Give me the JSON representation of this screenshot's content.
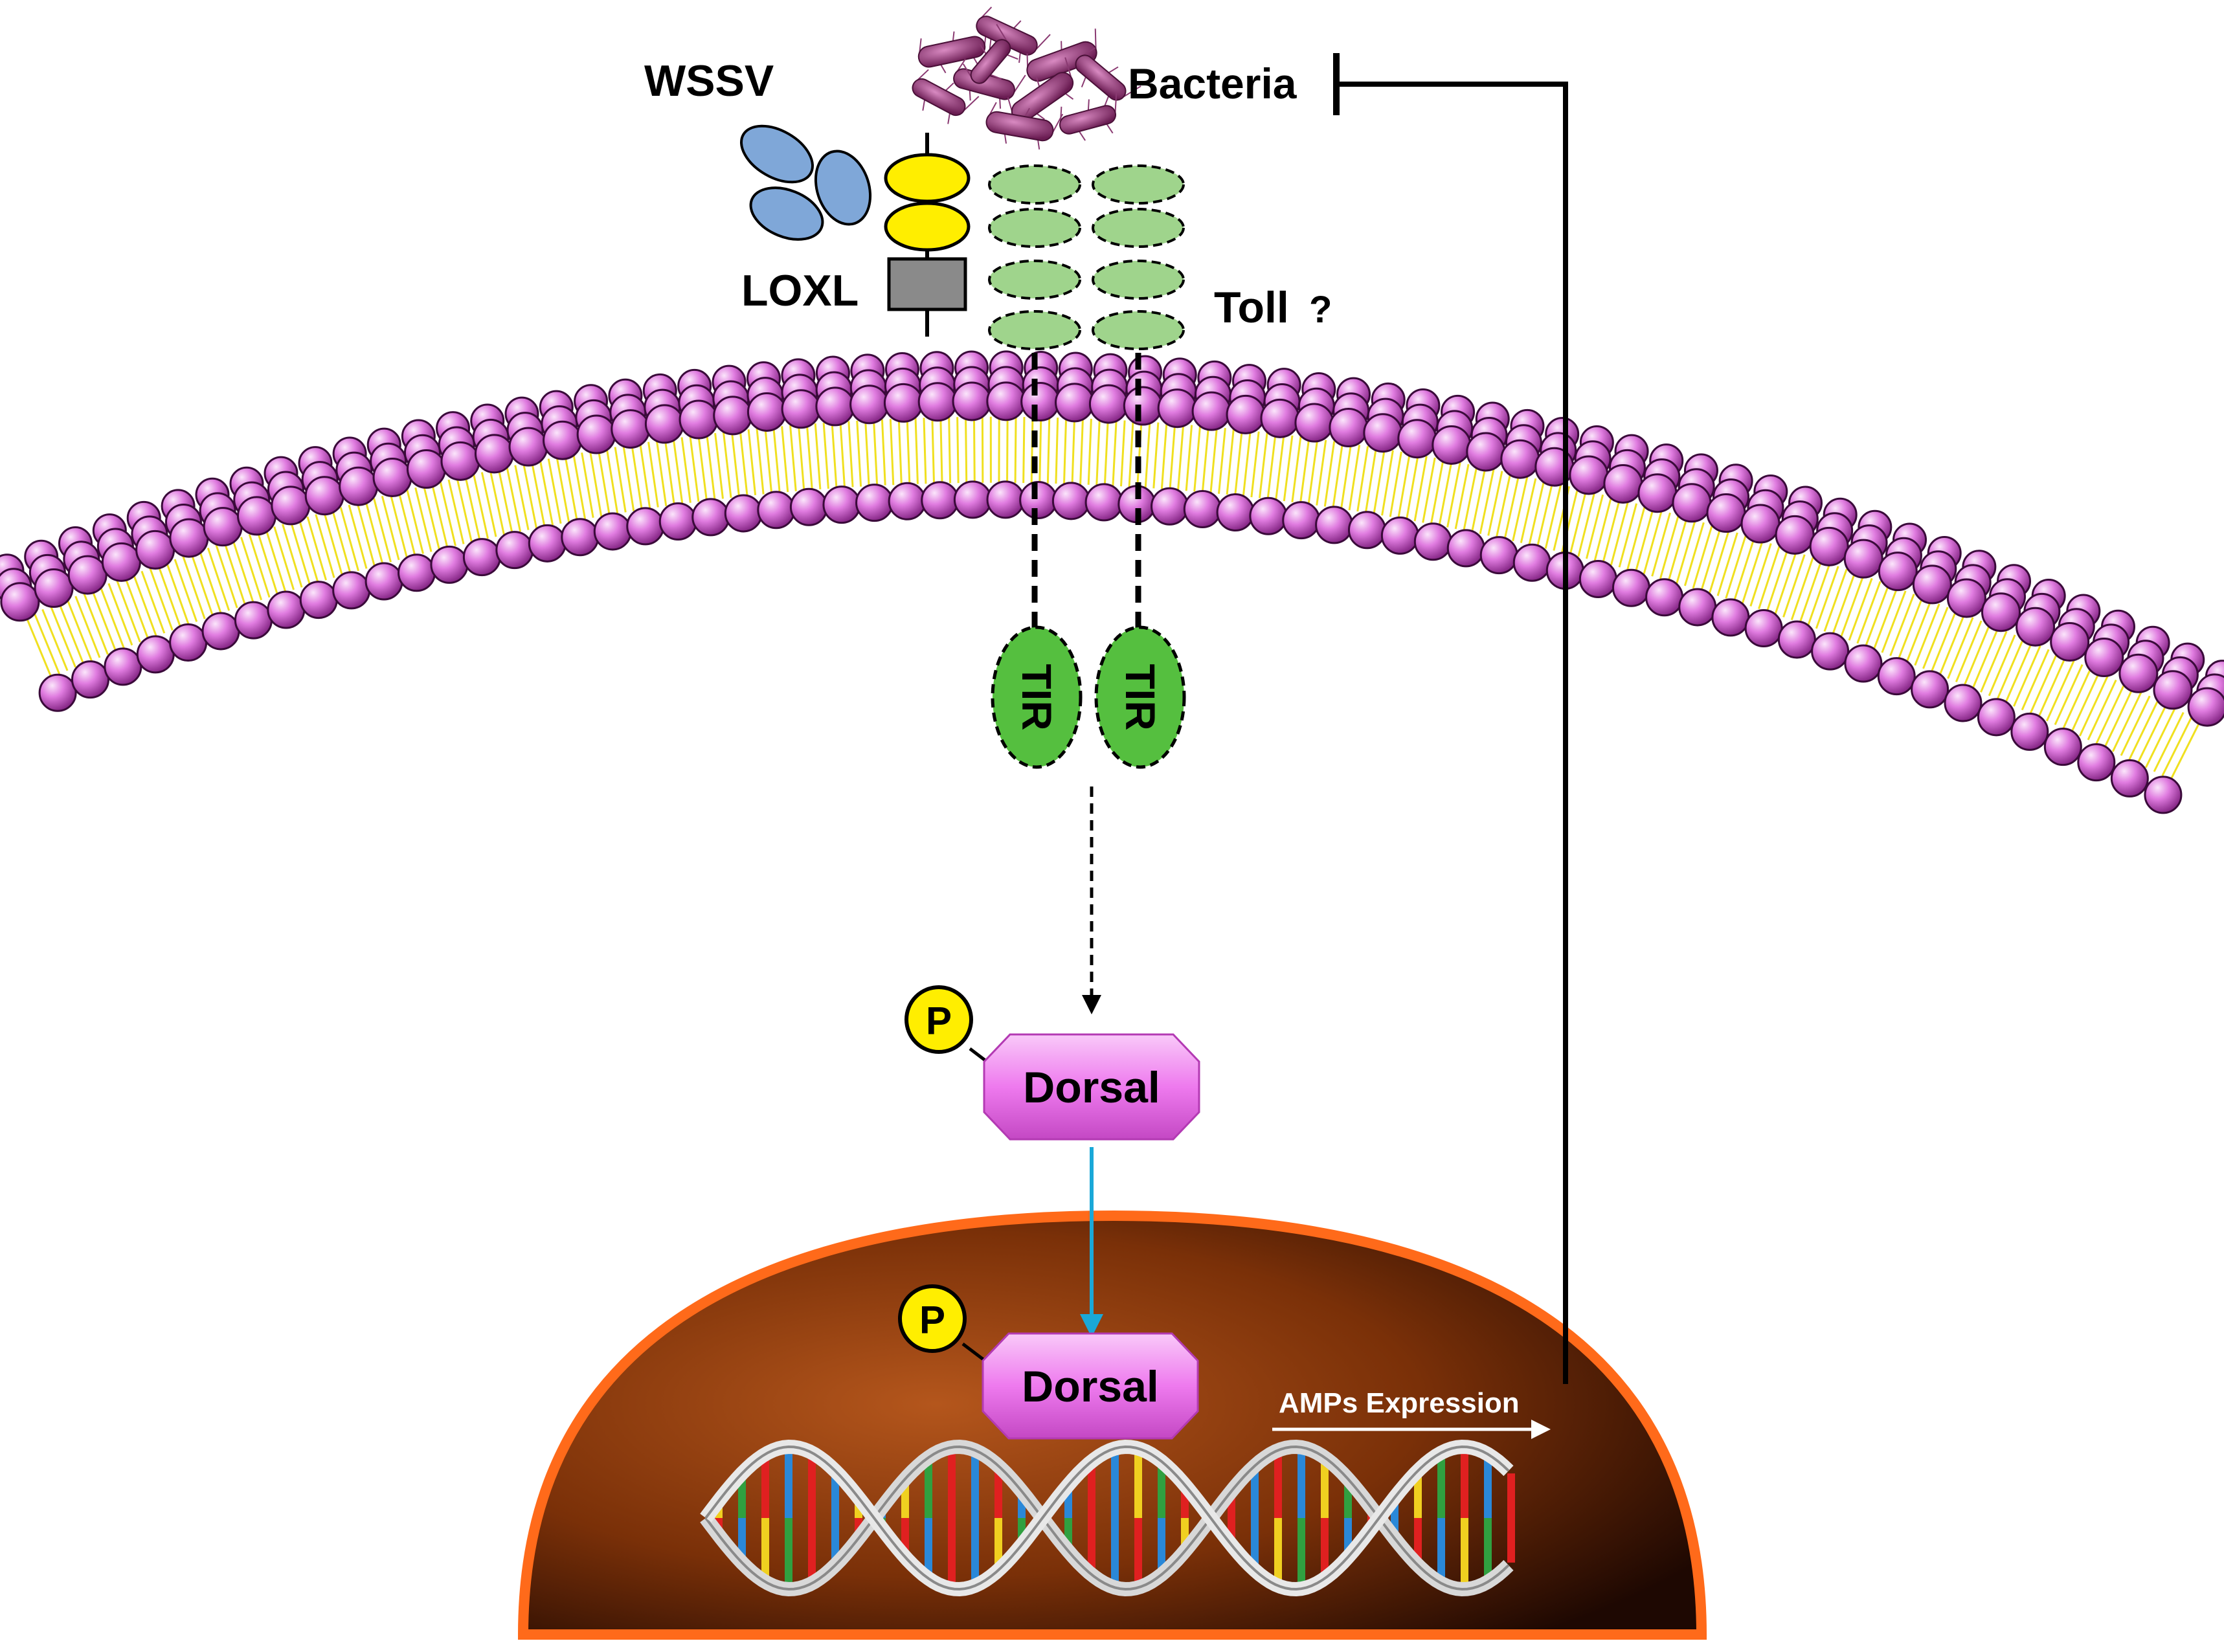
{
  "labels": {
    "wssv": "WSSV",
    "bacteria": "Bacteria",
    "loxl": "LOXL",
    "toll": "Toll",
    "toll_question": "?",
    "tir_left": "TIR",
    "tir_right": "TIR",
    "dorsal_cytoplasm": "Dorsal",
    "dorsal_nucleus": "Dorsal",
    "phospho_cytoplasm": "P",
    "phospho_nucleus": "P",
    "amps_expression": "AMPs Expression"
  },
  "colors": {
    "membrane_head": "#d96bd9",
    "membrane_tail": "#f0e020",
    "wssv": "#7fa7d8",
    "loxl_domain": "#ffee00",
    "loxl_box": "#8a8a8a",
    "toll_domain": "#9fd48c",
    "tir": "#55bf3f",
    "dorsal": "#ee7aee",
    "phospho": "#ffee00",
    "nucleus_rim": "#ff6a1a",
    "nucleus_fill": "#8a3a0e",
    "arrow_cyan": "#1aa8d8",
    "bacteria": "#a23f82"
  }
}
